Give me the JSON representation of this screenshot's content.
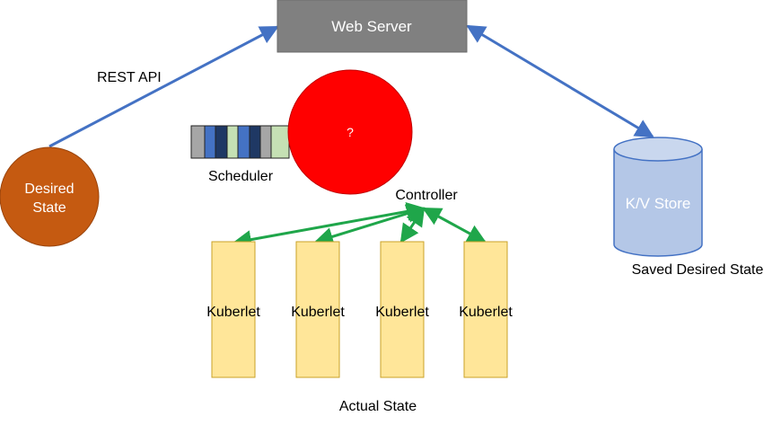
{
  "web_server": {
    "label": "Web Server"
  },
  "rest_api": {
    "label": "REST API"
  },
  "desired_state": {
    "line1": "Desired",
    "line2": "State"
  },
  "scheduler": {
    "label": "Scheduler"
  },
  "unknown": {
    "label": "?"
  },
  "controller": {
    "label": "Controller"
  },
  "kv_store": {
    "label": "K/V Store",
    "caption": "Saved Desired State"
  },
  "kuberlets": [
    {
      "label": "Kuberlet"
    },
    {
      "label": "Kuberlet"
    },
    {
      "label": "Kuberlet"
    },
    {
      "label": "Kuberlet"
    }
  ],
  "actual_state": {
    "label": "Actual State"
  },
  "colors": {
    "web_server_fill": "#808080",
    "desired_state_fill": "#C55A11",
    "unknown_fill": "#FF0000",
    "kv_fill": "#B4C7E7",
    "kv_stroke": "#4472C4",
    "kuberlet_fill": "#FFE699",
    "kuberlet_stroke": "#C9A227",
    "blue_arrow": "#4472C4",
    "green_arrow": "#1FA64A"
  }
}
